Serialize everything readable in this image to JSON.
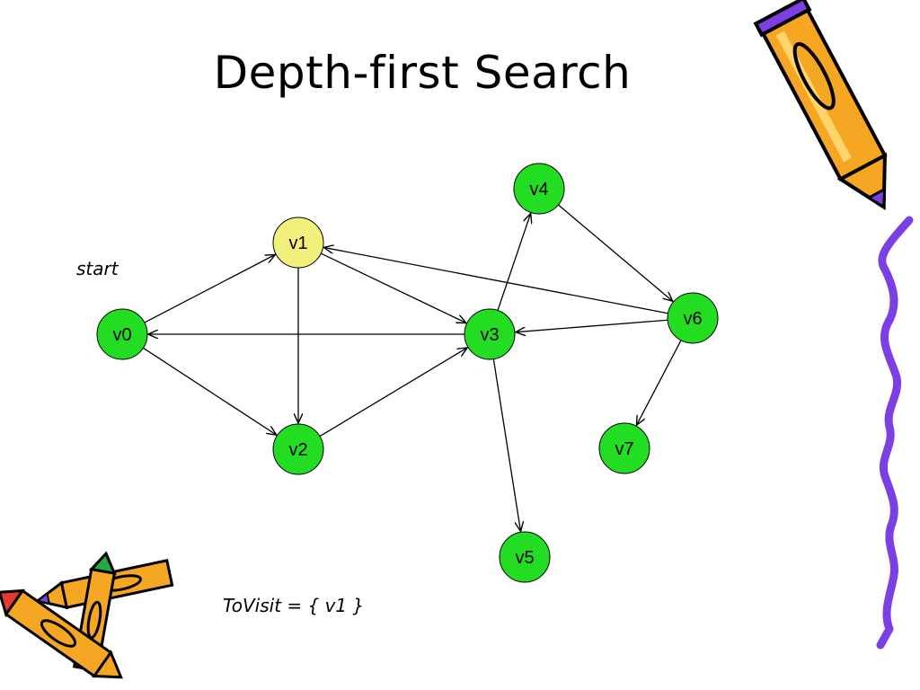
{
  "title": "Depth-first Search",
  "start_label": "start",
  "to_visit_label": "ToVisit = { v1 }",
  "colors": {
    "node_default": "#22dd22",
    "node_highlight": "#f0f07a",
    "node_stroke": "#000000",
    "edge": "#000000",
    "pencil_body": "#f5a623",
    "pencil_accent": "#7b3fe4",
    "squiggle": "#7b3fe4"
  },
  "graph": {
    "nodes": [
      {
        "id": "v0",
        "label": "v0",
        "state": "default"
      },
      {
        "id": "v1",
        "label": "v1",
        "state": "highlighted"
      },
      {
        "id": "v2",
        "label": "v2",
        "state": "default"
      },
      {
        "id": "v3",
        "label": "v3",
        "state": "default"
      },
      {
        "id": "v4",
        "label": "v4",
        "state": "default"
      },
      {
        "id": "v5",
        "label": "v5",
        "state": "default"
      },
      {
        "id": "v6",
        "label": "v6",
        "state": "default"
      },
      {
        "id": "v7",
        "label": "v7",
        "state": "default"
      }
    ],
    "edges": [
      {
        "from": "v0",
        "to": "v1"
      },
      {
        "from": "v0",
        "to": "v2"
      },
      {
        "from": "v1",
        "to": "v2"
      },
      {
        "from": "v1",
        "to": "v3"
      },
      {
        "from": "v3",
        "to": "v0"
      },
      {
        "from": "v2",
        "to": "v3"
      },
      {
        "from": "v6",
        "to": "v1"
      },
      {
        "from": "v3",
        "to": "v4"
      },
      {
        "from": "v4",
        "to": "v6"
      },
      {
        "from": "v6",
        "to": "v3"
      },
      {
        "from": "v3",
        "to": "v5"
      },
      {
        "from": "v6",
        "to": "v7"
      }
    ]
  }
}
